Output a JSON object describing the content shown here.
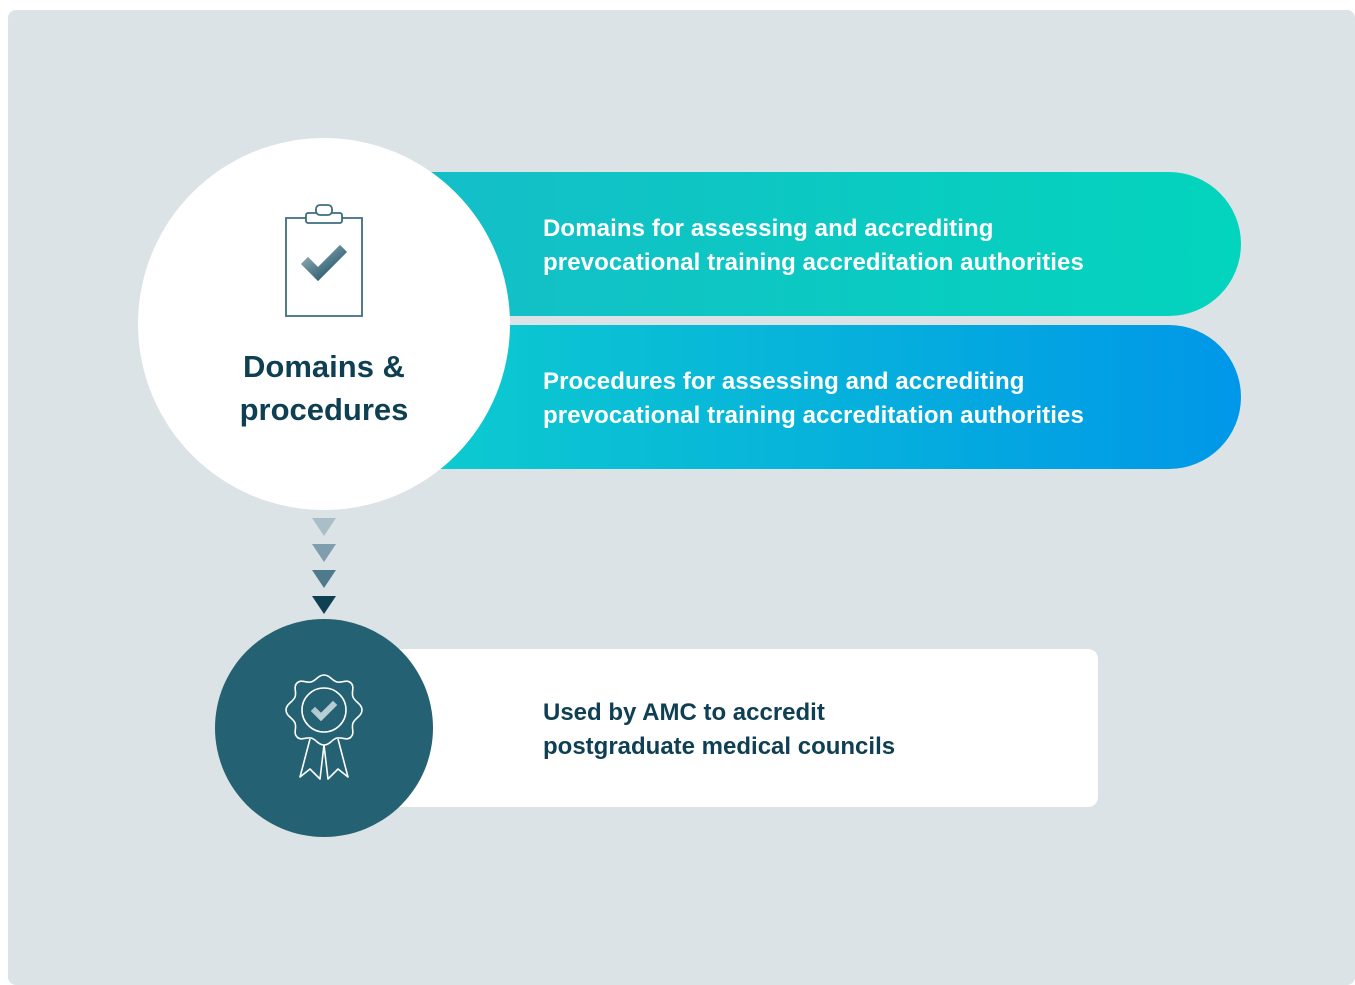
{
  "hub": {
    "title_line1": "Domains &",
    "title_line2": "procedures",
    "icon": "clipboard-check-icon"
  },
  "bars": [
    {
      "line1": "Domains for assessing and accrediting",
      "line2": "prevocational training accreditation authorities",
      "gradient": [
        "#14bec8",
        "#03d4bd"
      ]
    },
    {
      "line1": "Procedures for assessing and accrediting",
      "line2": "prevocational training accreditation authorities",
      "gradient": [
        "#0dcbcf",
        "#0097e8"
      ]
    }
  ],
  "flow": {
    "icon": "down-arrows-icon",
    "colors": [
      "#a9bec6",
      "#7f9ead",
      "#4f7a8c",
      "#0e3f52"
    ]
  },
  "result": {
    "line1": "Used by AMC to accredit",
    "line2": "postgraduate medical councils",
    "icon": "award-ribbon-icon"
  },
  "colors": {
    "background": "#dbe3e6",
    "dark_teal": "#246172",
    "navy_text": "#0e3f52"
  }
}
